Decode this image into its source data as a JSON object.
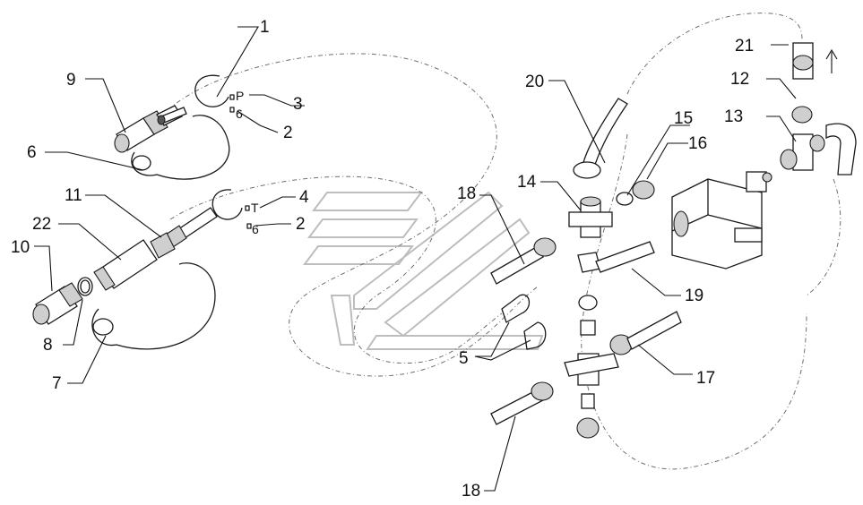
{
  "callouts": [
    {
      "id": "c1",
      "text": "1"
    },
    {
      "id": "c2a",
      "text": "2"
    },
    {
      "id": "c2b",
      "text": "2"
    },
    {
      "id": "c3",
      "text": "3"
    },
    {
      "id": "c4",
      "text": "4"
    },
    {
      "id": "c5",
      "text": "5"
    },
    {
      "id": "c6",
      "text": "6"
    },
    {
      "id": "c7",
      "text": "7"
    },
    {
      "id": "c8",
      "text": "8"
    },
    {
      "id": "c9",
      "text": "9"
    },
    {
      "id": "c10",
      "text": "10"
    },
    {
      "id": "c11",
      "text": "11"
    },
    {
      "id": "c12",
      "text": "12"
    },
    {
      "id": "c13",
      "text": "13"
    },
    {
      "id": "c14",
      "text": "14"
    },
    {
      "id": "c15",
      "text": "15"
    },
    {
      "id": "c16",
      "text": "16"
    },
    {
      "id": "c17",
      "text": "17"
    },
    {
      "id": "c18a",
      "text": "18"
    },
    {
      "id": "c18b",
      "text": "18"
    },
    {
      "id": "c19",
      "text": "19"
    },
    {
      "id": "c20",
      "text": "20"
    },
    {
      "id": "c21",
      "text": "21"
    },
    {
      "id": "c22",
      "text": "22"
    }
  ],
  "tags": {
    "pressure_letter": "P",
    "pressure_number": "6",
    "tank_letter": "T",
    "tank_number": "6"
  },
  "flow_arrow_icon": "up-arrow-icon"
}
